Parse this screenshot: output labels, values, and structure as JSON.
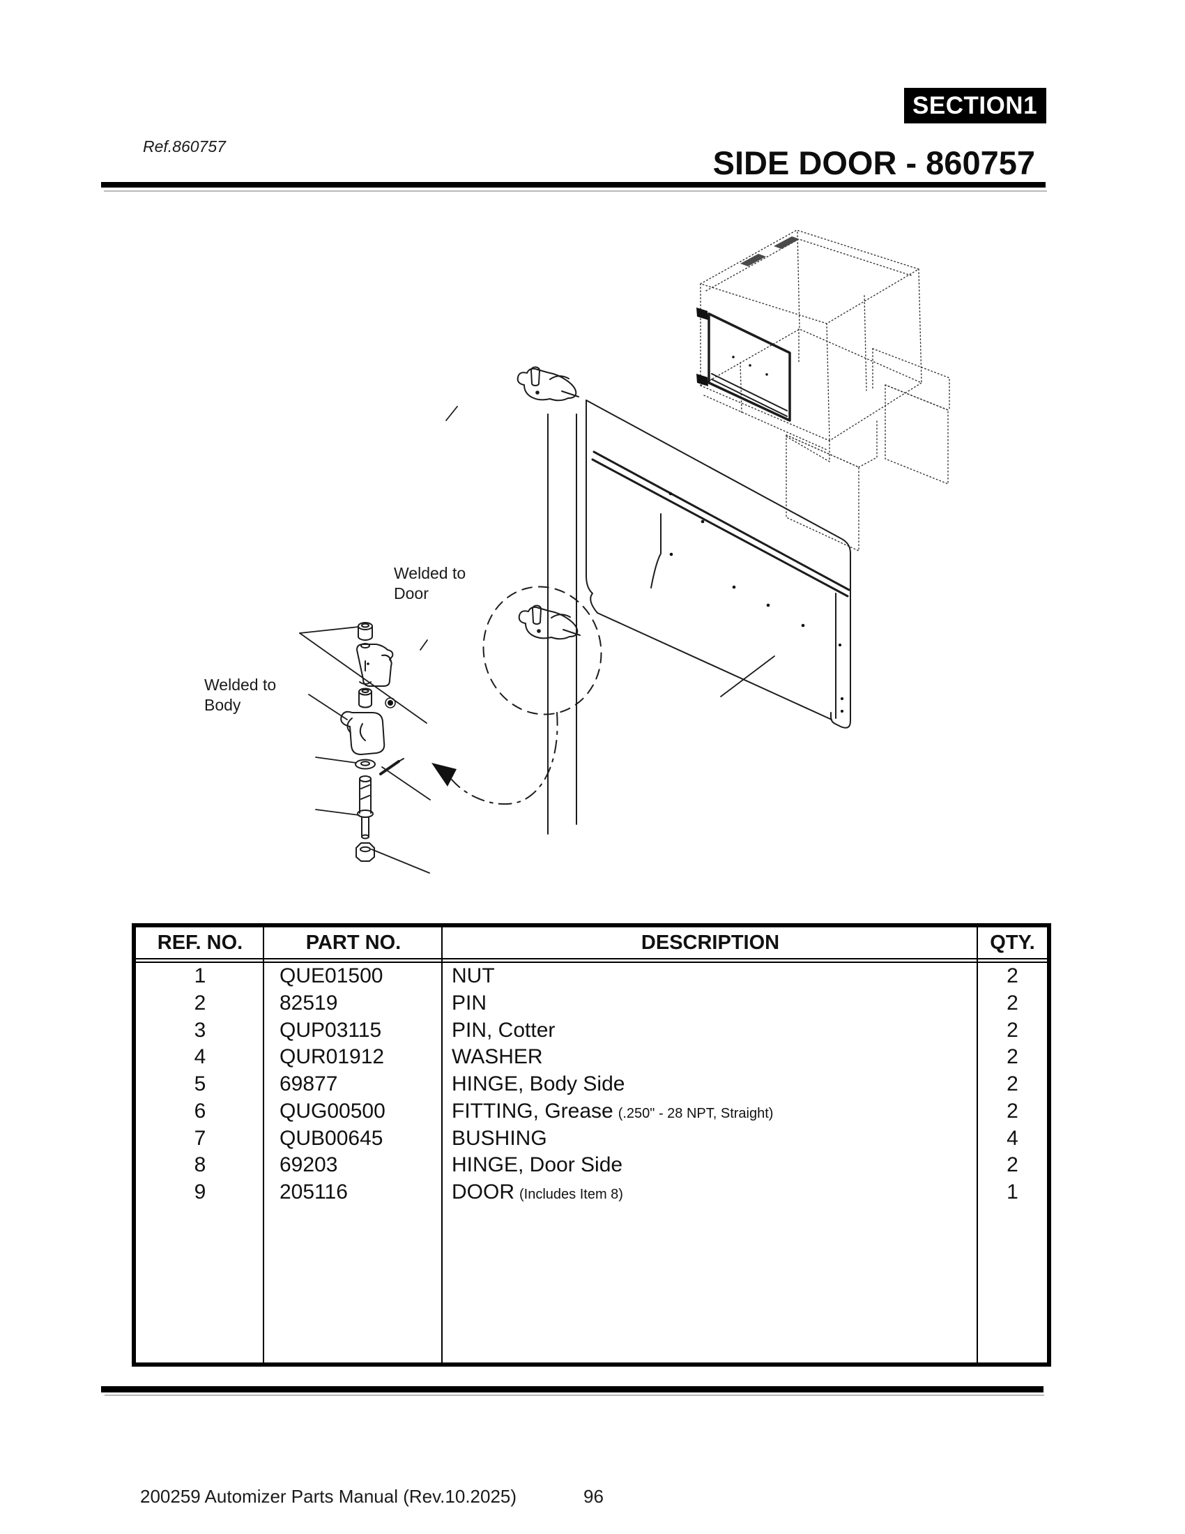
{
  "page": {
    "ref_label": "Ref.860757",
    "section_badge_label": "SECTION",
    "section_badge_number": "1",
    "title": "SIDE DOOR - 860757",
    "footer_left": "200259 Automizer Parts Manual (Rev.10.2025)",
    "footer_page": "96"
  },
  "diagram": {
    "welded_door_line1": "Welded to",
    "welded_door_line2": "Door",
    "welded_body_line1": "Welded to",
    "welded_body_line2": "Body"
  },
  "table": {
    "headers": {
      "ref": "REF. NO.",
      "part": "PART NO.",
      "desc": "DESCRIPTION",
      "qty": "QTY."
    },
    "rows": [
      {
        "ref": "1",
        "part": "QUE01500",
        "desc": "NUT",
        "note": "",
        "qty": "2"
      },
      {
        "ref": "2",
        "part": "82519",
        "desc": "PIN",
        "note": "",
        "qty": "2"
      },
      {
        "ref": "3",
        "part": "QUP03115",
        "desc": "PIN, Cotter",
        "note": "",
        "qty": "2"
      },
      {
        "ref": "4",
        "part": "QUR01912",
        "desc": "WASHER",
        "note": "",
        "qty": "2"
      },
      {
        "ref": "5",
        "part": "69877",
        "desc": "HINGE, Body Side",
        "note": "",
        "qty": "2"
      },
      {
        "ref": "6",
        "part": "QUG00500",
        "desc": "FITTING, Grease",
        "note": "(.250\" - 28 NPT, Straight)",
        "qty": "2"
      },
      {
        "ref": "7",
        "part": "QUB00645",
        "desc": "BUSHING",
        "note": "",
        "qty": "4"
      },
      {
        "ref": "8",
        "part": "69203",
        "desc": "HINGE, Door Side",
        "note": "",
        "qty": "2"
      },
      {
        "ref": "9",
        "part": "205116",
        "desc": "DOOR",
        "note": "(Includes Item 8)",
        "qty": "1"
      }
    ]
  }
}
